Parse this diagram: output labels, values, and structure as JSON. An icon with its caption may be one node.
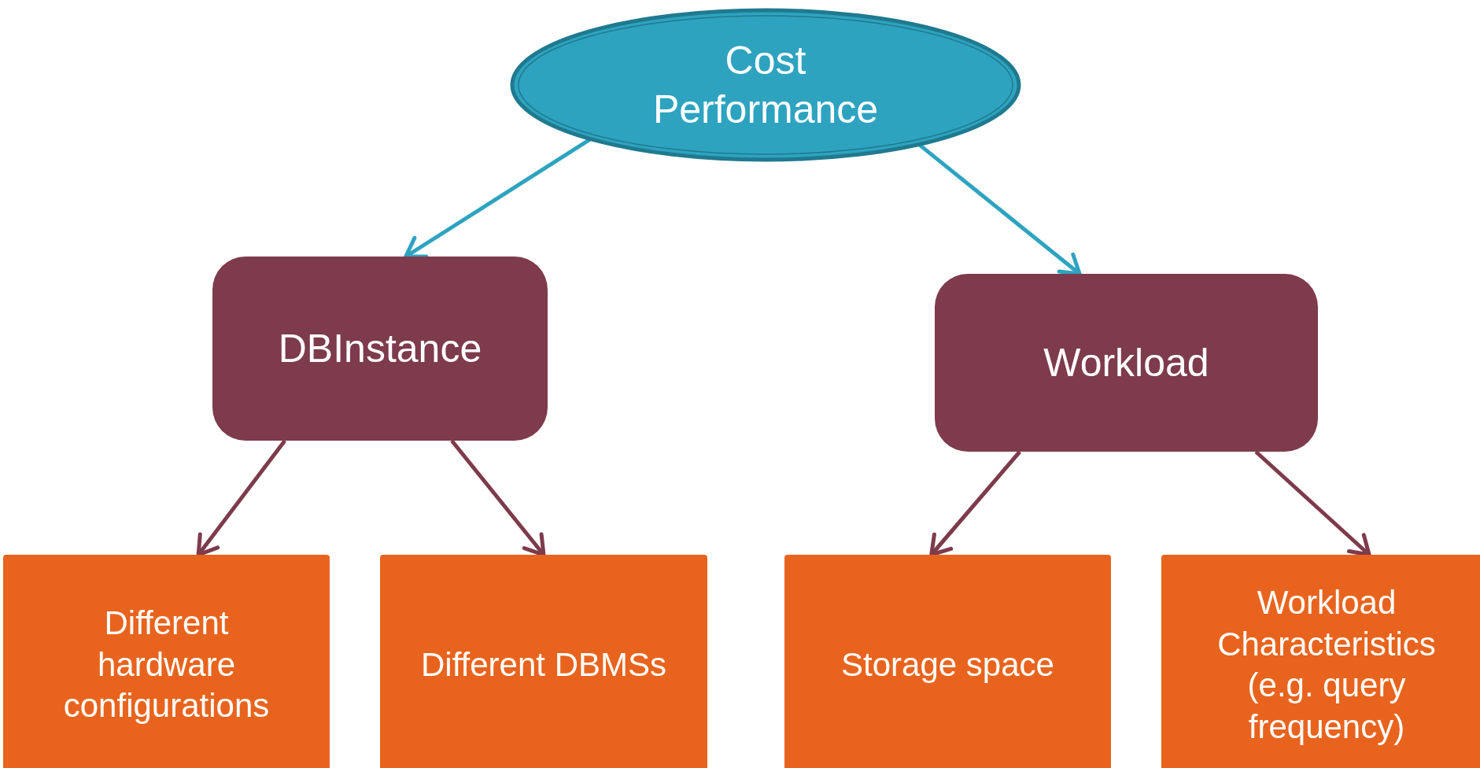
{
  "diagram": {
    "nodes": [
      {
        "text": [
          "Cost Performance"
        ]
      },
      {
        "text": [
          "DBInstance"
        ]
      },
      {
        "text": [
          "Workload"
        ]
      },
      {
        "text": [
          "Different hardware configurations"
        ]
      },
      {
        "text": [
          "Different DBMSs"
        ]
      },
      {
        "text": [
          "Storage space"
        ]
      },
      {
        "text": [
          "Workload Characteristics (e.g. query frequency)"
        ]
      }
    ],
    "edges": [
      {
        "from": 0,
        "to": 1,
        "arrow": "to",
        "color": "#2ea3c0"
      },
      {
        "from": 0,
        "to": 2,
        "arrow": "to",
        "color": "#2ea3c0"
      },
      {
        "from": 1,
        "to": 3,
        "arrow": "to"
      },
      {
        "from": 1,
        "to": 4,
        "arrow": "to"
      },
      {
        "from": 2,
        "to": 5,
        "arrow": "to"
      },
      {
        "from": 2,
        "to": 6,
        "arrow": "to"
      }
    ]
  }
}
